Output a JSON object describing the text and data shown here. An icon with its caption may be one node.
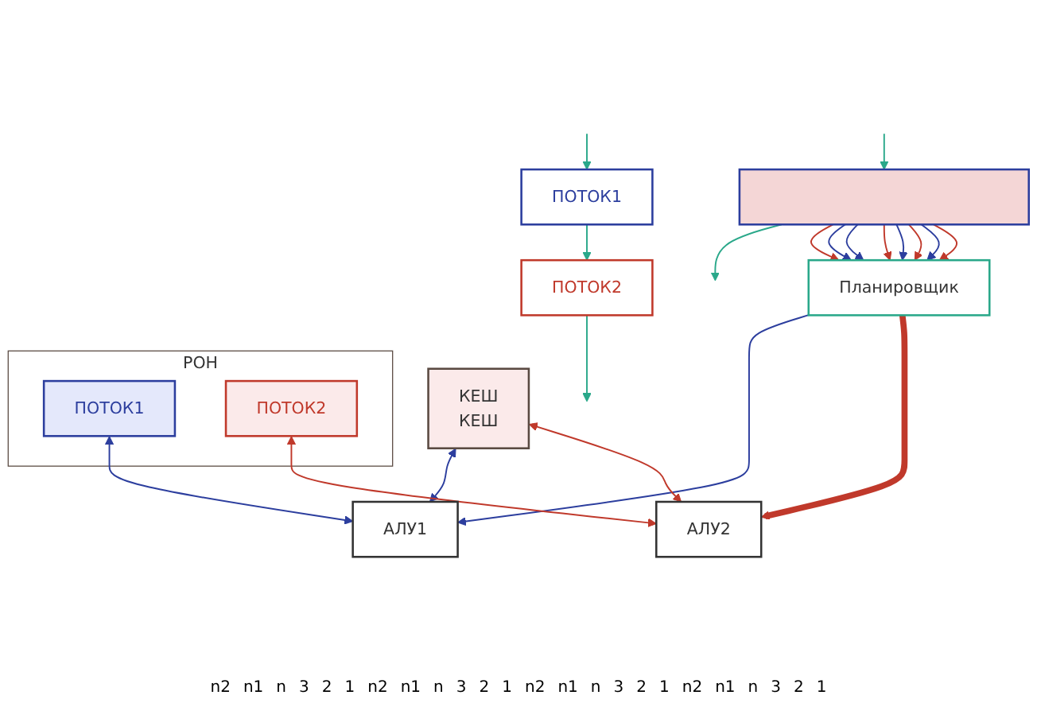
{
  "diagram": {
    "nodes": [
      {
        "text": [
          "ПОТОК2"
        ]
      },
      {
        "text": [
          "ПОТОК1"
        ]
      },
      {
        "text": [],
        "shape": "bar"
      },
      {
        "text": [
          "Планировщик"
        ]
      },
      {
        "text": [
          "КЕШ",
          "КЕШ"
        ]
      },
      {
        "text": [
          "РОН"
        ]
      },
      {
        "text": [
          "ПОТОК1"
        ],
        "in": 5
      },
      {
        "text": [
          "ПОТОК2"
        ],
        "in": 5
      },
      {
        "text": [
          "АЛУ1"
        ]
      },
      {
        "text": [
          "АЛУ2"
        ]
      }
    ],
    "edges": [
      {
        "from": null,
        "to": 1,
        "arrow": "to",
        "color": "#2aa88a"
      },
      {
        "from": 1,
        "to": 0,
        "arrow": "to",
        "color": "#2aa88a"
      },
      {
        "from": 0,
        "to": null,
        "arrow": "to",
        "color": "#2aa88a"
      },
      {
        "from": null,
        "to": 2,
        "arrow": "to",
        "color": "#2aa88a"
      },
      {
        "from": 2,
        "to": null,
        "arrow": "to",
        "color": "#2aa88a"
      },
      {
        "from": 2,
        "to": 3,
        "arrow": "to",
        "color": "#c0392b"
      },
      {
        "from": 2,
        "to": 3,
        "arrow": "to",
        "color": "#2c3e9e"
      },
      {
        "from": 2,
        "to": 3,
        "arrow": "to",
        "color": "#2c3e9e"
      },
      {
        "from": 2,
        "to": 3,
        "arrow": "to",
        "color": "#c0392b"
      },
      {
        "from": 2,
        "to": 3,
        "arrow": "to",
        "color": "#2c3e9e"
      },
      {
        "from": 2,
        "to": 3,
        "arrow": "to",
        "color": "#c0392b"
      },
      {
        "from": 2,
        "to": 3,
        "arrow": "to",
        "color": "#2c3e9e"
      },
      {
        "from": 2,
        "to": 3,
        "arrow": "to",
        "color": "#c0392b"
      },
      {
        "from": 3,
        "to": 8,
        "arrow": "to",
        "color": "#2c3e9e"
      },
      {
        "from": 3,
        "to": 9,
        "arrow": "to",
        "style": "thick",
        "color": "#c0392b"
      },
      {
        "from": 4,
        "to": 8,
        "arrow": "both",
        "color": "#2c3e9e"
      },
      {
        "from": 6,
        "to": 8,
        "arrow": "both",
        "color": "#2c3e9e"
      },
      {
        "from": 7,
        "to": 9,
        "arrow": "both",
        "color": "#c0392b"
      },
      {
        "from": 4,
        "to": 9,
        "arrow": "both",
        "color": "#c0392b"
      }
    ],
    "labels": [
      "n2",
      "n1",
      "n",
      "3",
      "2",
      "1",
      "n2",
      "n1",
      "n",
      "3",
      "2",
      "1",
      "n2",
      "n1",
      "n",
      "3",
      "2",
      "1",
      "n2",
      "n1",
      "n",
      "3",
      "2",
      "1"
    ]
  }
}
